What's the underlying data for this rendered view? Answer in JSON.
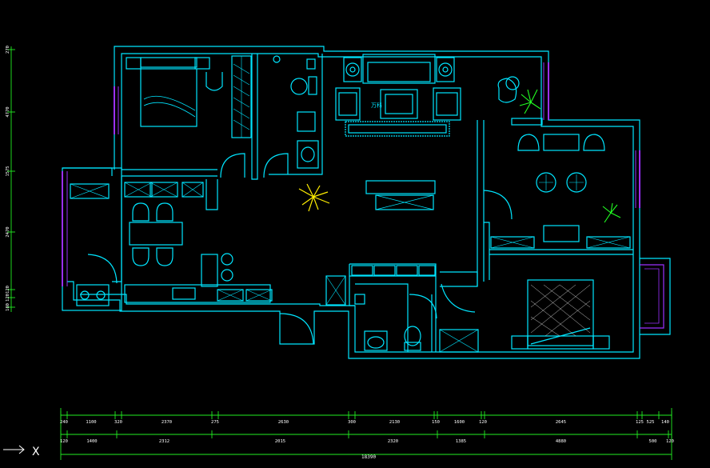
{
  "colors": {
    "background": "#000000",
    "wall": "#00e5ff",
    "window": "#9b30ff",
    "furniture": "#00e5ff",
    "plant_yellow": "#ffee00",
    "plant_green": "#22ff22",
    "dimension": "#22ee22",
    "text": "#ffffff"
  },
  "dimensions": {
    "top_row": [
      "240",
      "1100",
      "320",
      "2370",
      "275",
      "2630",
      "300",
      "2130",
      "150",
      "1600",
      "120",
      "2645",
      "125",
      "525",
      "140"
    ],
    "bottom_row": [
      "120",
      "1400",
      "2312",
      "2015",
      "2320",
      "1385",
      "4880",
      "500",
      "120"
    ],
    "total": "18390"
  },
  "left_ruler": [
    "270",
    "4770",
    "1575",
    "2470",
    "120",
    "120",
    "180"
  ],
  "ucs": {
    "axis_label": "X"
  },
  "plan": {
    "sofa_label": "万科"
  }
}
